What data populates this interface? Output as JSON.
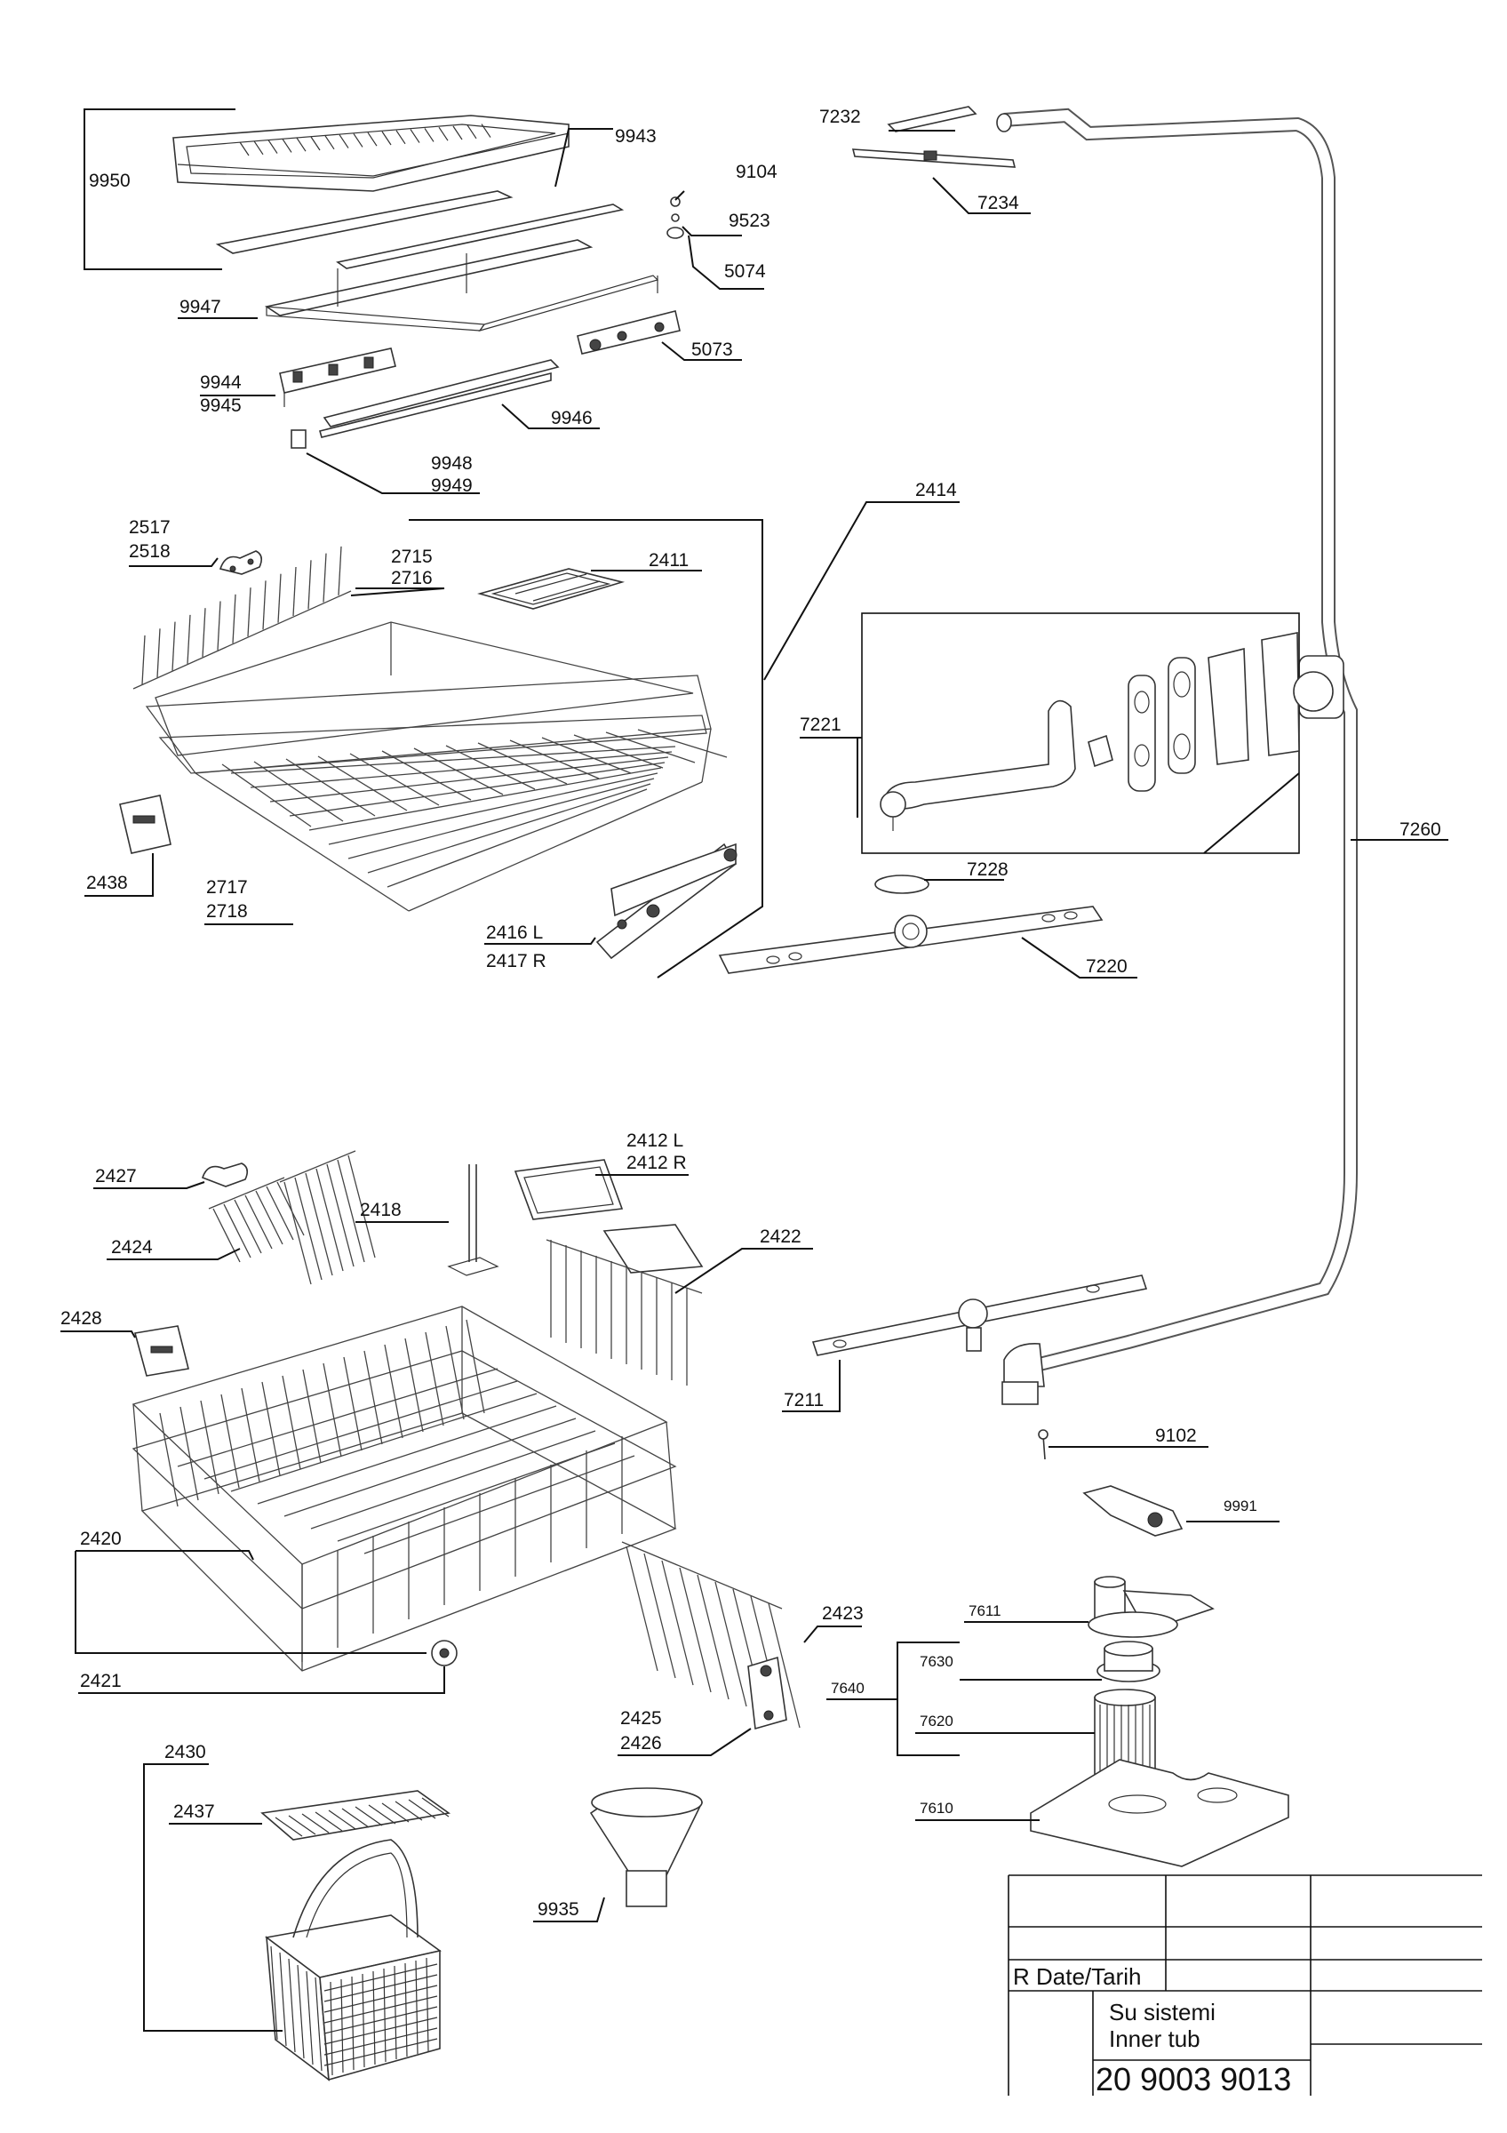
{
  "labels": {
    "p9950": "9950",
    "p9943": "9943",
    "p9104": "9104",
    "p9523": "9523",
    "p5074": "5074",
    "p9947": "9947",
    "p5073": "5073",
    "p9944": "9944",
    "p9945": "9945",
    "p9946": "9946",
    "p9948": "9948",
    "p9949": "9949",
    "p7232": "7232",
    "p7234": "7234",
    "p2414": "2414",
    "p2517": "2517",
    "p2518": "2518",
    "p2715": "2715",
    "p2716": "2716",
    "p2411": "2411",
    "p7221": "7221",
    "p7260": "7260",
    "p2438": "2438",
    "p2717": "2717",
    "p2718": "2718",
    "p7228": "7228",
    "p2416": "2416 L",
    "p2417": "2417 R",
    "p7220": "7220",
    "p2412l": "2412 L",
    "p2412r": "2412 R",
    "p2427": "2427",
    "p2418": "2418",
    "p2424": "2424",
    "p2422": "2422",
    "p2428": "2428",
    "p7211": "7211",
    "p9102": "9102",
    "p9991": "9991",
    "p2420": "2420",
    "p7611": "7611",
    "p2423": "2423",
    "p7630": "7630",
    "p7640": "7640",
    "p2421": "2421",
    "p2425": "2425",
    "p2426": "2426",
    "p7620": "7620",
    "p2430": "2430",
    "p2437": "2437",
    "p7610": "7610",
    "p9935": "9935"
  },
  "title_block": {
    "date_label": "R  Date/Tarih",
    "title_tr": "Su sistemi",
    "title_en": "Inner tub",
    "drawing_number": "20 9003 9013"
  }
}
